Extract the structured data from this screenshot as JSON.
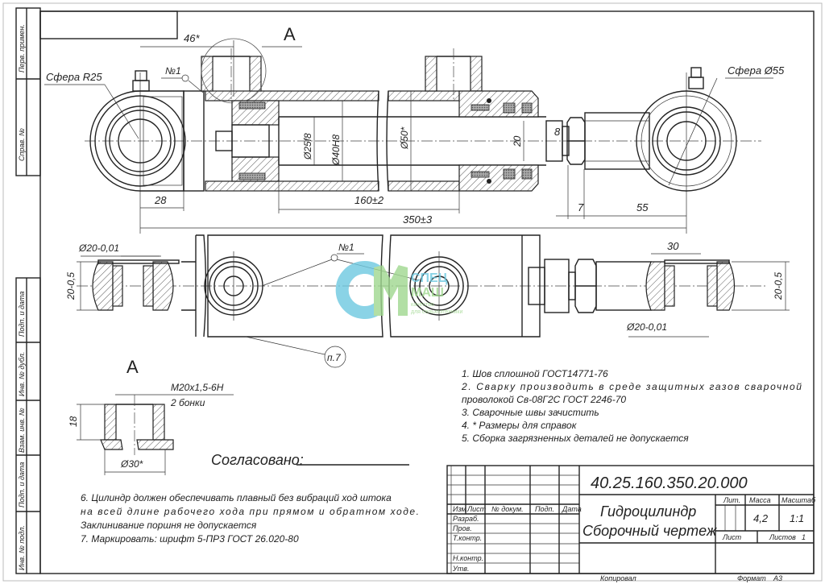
{
  "sheet": {
    "left_strip": [
      "Перв. примен.",
      "Справ. №",
      "Подп. и дата",
      "Инв. № дубл.",
      "Взам. инв. №",
      "Подп. и дата",
      "Инв. № подл."
    ]
  },
  "views": {
    "main": {
      "sphere_left": "Сфера R25",
      "sphere_right": "Сфера Ø55",
      "section_mark": "А",
      "weld_mark": "№1",
      "dim_46": "46*",
      "dim_28": "28",
      "dim_160": "160±2",
      "dim_350": "350±3",
      "dim_7": "7",
      "dim_55": "55",
      "dim_d25": "Ø25f8",
      "dim_d40": "Ø40H8",
      "dim_d50": "Ø50*",
      "dim_20": "20",
      "dim_8": "8"
    },
    "bottom": {
      "dim_d20_left": "Ø20-0,01",
      "dim_20_left": "20-0,5",
      "dim_30": "30",
      "dim_d20_right": "Ø20-0,01",
      "dim_20_right": "20-0,5",
      "weld_mark": "№1",
      "note_ref": "п.7"
    },
    "detail_a": {
      "title": "А",
      "thread": "M20x1,5-6H",
      "qty": "2 бонки",
      "dim_18": "18",
      "dim_d30": "Ø30*"
    }
  },
  "logo": {
    "letters": "СМ",
    "name1": "СПЕЦ",
    "name2": "МАШ",
    "tagline1": "качество",
    "tagline2": "для сельхозтехники",
    "colors": [
      "#6ec9e0",
      "#9fd88f"
    ]
  },
  "agreed_label": "Согласовано:",
  "notes_right": [
    "1. Шов сплошной  ГОСТ14771-76",
    "2. Сварку производить в среде защитных газов сварочной",
    "проволокой Св-08Г2С ГОСТ 2246-70",
    "3. Сварочные швы зачистить",
    "4.  * Размеры для справок",
    "5. Сборка загрязненных деталей не допускается"
  ],
  "notes_left": [
    "6. Цилиндр должен обеспечивать плавный без вибраций ход штока",
    "на всей длине рабочего хода при прямом и обратном ходе.",
    "Заклинивание поршня не допускается",
    "7. Маркировать: шрифт 5-ПР3 ГОСТ 26.020-80"
  ],
  "title_block": {
    "designation": "40.25.160.350.20.000",
    "name_line1": "Гидроцилиндр",
    "name_line2": "Сборочный чертеж",
    "headers": [
      "Изм",
      "Лист",
      "№ докум.",
      "Подп.",
      "Дата"
    ],
    "roles": [
      "Разраб.",
      "Пров.",
      "Т.контр.",
      "Н.контр.",
      "Утв."
    ],
    "lit_label": "Лит.",
    "mass_label": "Масса",
    "scale_label": "Масштаб",
    "mass": "4,2",
    "scale": "1:1",
    "sheet_label": "Лист",
    "sheets_label": "Листов",
    "sheets": "1",
    "copied": "Копировал",
    "format_label": "Формат",
    "format": "А3"
  }
}
